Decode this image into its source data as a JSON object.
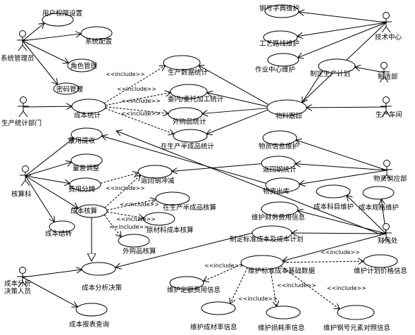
{
  "actors": {
    "sys_admin": "系统管理员",
    "prod_stats_dept": "生产统计部门",
    "accountant": "核算科",
    "cost_analyst": "成本分析\n决策人员",
    "tech_center": "技术中心",
    "manufacturing_dept": "制造部",
    "production_workshop": "生产车间",
    "supply_dept": "物资供应部",
    "finance_dept": "财务处"
  },
  "use_cases": {
    "user_permission": "用户权限设置",
    "system_config": "系统配置",
    "role_mgmt": "角色管理",
    "password_mgmt": "密码管理",
    "cost_stats": "成本统计",
    "prod_data_stats": "生产数据统计",
    "outsourced_stats": "委内/委托加工统计",
    "purchased_stats": "外购品统计",
    "wip_stats": "在生产半成品统计",
    "material_tracking": "物料跟踪",
    "steel_dict": "钢号字典维护",
    "process_route": "工艺路线维护",
    "work_center": "作业中心维护",
    "production_plan": "制定生产计划",
    "expense_collect": "费用提收",
    "variance_adjust": "量差调整",
    "expense_alloc": "费用分摊",
    "cost_accounting": "成本核算",
    "return_steel_reduce": "返回钢冲减",
    "wip_accounting": "在生产半成品核算",
    "raw_material_cost": "原材料成本核算",
    "purchased_accounting": "外购品核算",
    "cost_carryover": "成本结转",
    "material_info": "物资信息维护",
    "return_steel_stats": "返回钢统计",
    "material_outbound": "物资出库",
    "cost_item_maint": "成本科目维护",
    "cost_spec_maint": "成本规格维护",
    "fin_expense_info": "维护财务费用信息",
    "std_cost_plan": "制定标准成本及成本计划",
    "std_cost_base": "维护标准成本基础数据",
    "plan_price_info": "维护计划价格信息",
    "quota_expense_info": "维护定额费用信息",
    "ingredient_rate": "维护成材率信息",
    "consumption_rate": "维护损耗率信息",
    "steel_element": "维护钢号元素对照信息",
    "cost_analysis": "成本分析决策",
    "cost_report": "成本报表查询"
  },
  "relation_label": "<<include>>",
  "colors": {
    "line": "#000000",
    "background": "#ffffff"
  }
}
